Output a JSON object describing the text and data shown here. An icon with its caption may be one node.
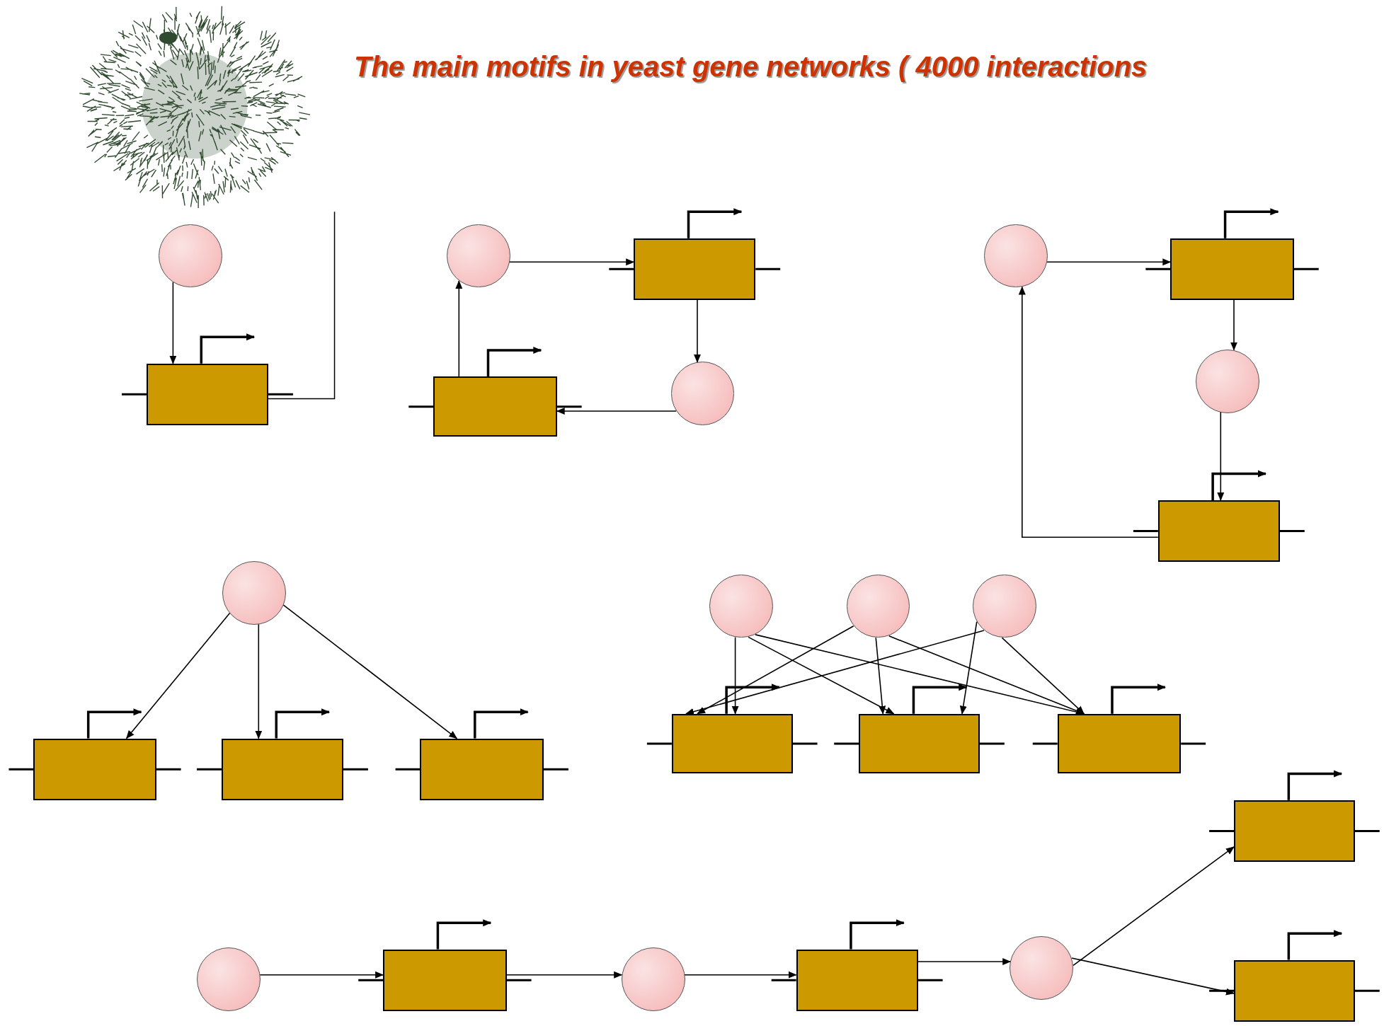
{
  "diagram": {
    "title": "The main motifs in yeast gene networks ( 4000 interactions",
    "nodes": [
      {
        "text": [],
        "shape": "picture"
      },
      {
        "text": [],
        "shape": "circle"
      },
      {
        "text": [],
        "shape": "box"
      },
      {
        "text": [],
        "shape": "circle"
      },
      {
        "text": [],
        "shape": "box"
      },
      {
        "text": [],
        "shape": "circle"
      },
      {
        "text": [],
        "shape": "box"
      },
      {
        "text": [],
        "shape": "circle"
      },
      {
        "text": [],
        "shape": "box"
      },
      {
        "text": [],
        "shape": "circle"
      },
      {
        "text": [],
        "shape": "box"
      },
      {
        "text": [],
        "shape": "circle"
      },
      {
        "text": [],
        "shape": "box"
      },
      {
        "text": [],
        "shape": "box"
      },
      {
        "text": [],
        "shape": "box"
      },
      {
        "text": [],
        "shape": "circle"
      },
      {
        "text": [],
        "shape": "circle"
      },
      {
        "text": [],
        "shape": "circle"
      },
      {
        "text": [],
        "shape": "box"
      },
      {
        "text": [],
        "shape": "box"
      },
      {
        "text": [],
        "shape": "box"
      },
      {
        "text": [],
        "shape": "circle"
      },
      {
        "text": [],
        "shape": "box"
      },
      {
        "text": [],
        "shape": "circle"
      },
      {
        "text": [],
        "shape": "box"
      },
      {
        "text": [],
        "shape": "circle"
      },
      {
        "text": [],
        "shape": "box"
      },
      {
        "text": [],
        "shape": "box"
      }
    ],
    "edges": [
      {
        "from": 1,
        "to": 2,
        "arrow": "to"
      },
      {
        "from": 3,
        "to": 4,
        "arrow": "to"
      },
      {
        "from": 4,
        "to": 5,
        "arrow": "to"
      },
      {
        "from": 5,
        "to": 6,
        "arrow": "to"
      },
      {
        "from": 6,
        "to": 3,
        "arrow": "to"
      },
      {
        "from": 7,
        "to": 8,
        "arrow": "to"
      },
      {
        "from": 8,
        "to": 9,
        "arrow": "to"
      },
      {
        "from": 9,
        "to": 10,
        "arrow": "to"
      },
      {
        "from": 10,
        "to": 7,
        "arrow": "to"
      },
      {
        "from": 11,
        "to": 12,
        "arrow": "to"
      },
      {
        "from": 11,
        "to": 13,
        "arrow": "to"
      },
      {
        "from": 11,
        "to": 14,
        "arrow": "to"
      },
      {
        "from": 15,
        "to": 18,
        "arrow": "to"
      },
      {
        "from": 16,
        "to": 18,
        "arrow": "to"
      },
      {
        "from": 17,
        "to": 18,
        "arrow": "to"
      },
      {
        "from": 15,
        "to": 19,
        "arrow": "to"
      },
      {
        "from": 15,
        "to": 20,
        "arrow": "to"
      },
      {
        "from": 16,
        "to": 19,
        "arrow": "to"
      },
      {
        "from": 16,
        "to": 20,
        "arrow": "to"
      },
      {
        "from": 17,
        "to": 19,
        "arrow": "to"
      },
      {
        "from": 17,
        "to": 20,
        "arrow": "to"
      },
      {
        "from": 21,
        "to": 22,
        "arrow": "to"
      },
      {
        "from": 22,
        "to": 23,
        "arrow": "to"
      },
      {
        "from": 23,
        "to": 24,
        "arrow": "to"
      },
      {
        "from": 24,
        "to": 25,
        "arrow": "to"
      },
      {
        "from": 25,
        "to": 26,
        "arrow": "to"
      },
      {
        "from": 25,
        "to": 27,
        "arrow": "to"
      }
    ]
  }
}
